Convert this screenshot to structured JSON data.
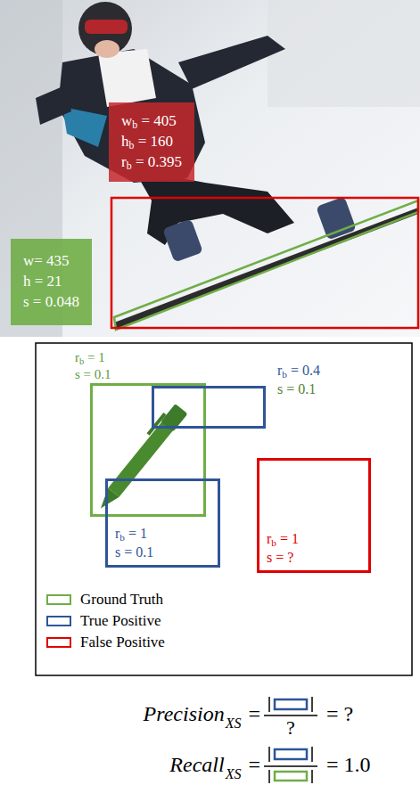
{
  "diagram": {
    "nodes": [
      {
        "text": [
          "wb = 405",
          "hb = 160",
          "rb = 0.395"
        ]
      },
      {
        "text": [
          "w= 435",
          "h = 21",
          "s = 0.048"
        ]
      },
      {
        "text": [
          "rb = 1",
          "s = 0.1"
        ]
      },
      {
        "text": [
          "rb = 0.4",
          "s = 0.1"
        ]
      },
      {
        "text": [
          "rb = 1",
          "s = 0.1"
        ]
      },
      {
        "text": [
          "rb = 1",
          "s = ?"
        ]
      }
    ],
    "labels": [
      "Precision",
      "XS",
      "=",
      "?",
      "= ?",
      "Recall",
      "XS",
      "=",
      "= 1.0"
    ],
    "legend": [
      {
        "text": "Ground Truth"
      },
      {
        "text": "True Positive"
      },
      {
        "text": "False Positive"
      }
    ]
  }
}
